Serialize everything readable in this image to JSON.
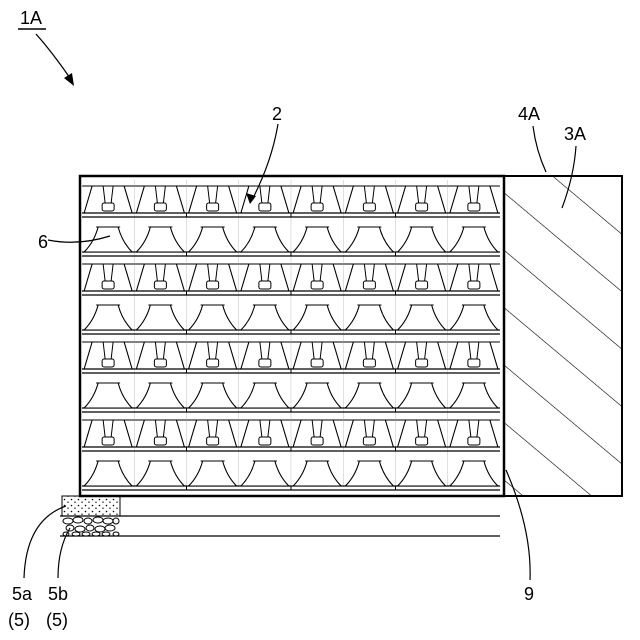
{
  "figure_label": "1A",
  "labels": {
    "array": "2",
    "wall_panel": "3A",
    "frame": "4A",
    "layer_top": "5a",
    "layer_top_ref": "(5)",
    "layer_bottom": "5b",
    "layer_bottom_ref": "(5)",
    "cone": "6",
    "base_line": "9"
  },
  "grid": {
    "rows": 8,
    "columns": 8,
    "panels": 4
  }
}
